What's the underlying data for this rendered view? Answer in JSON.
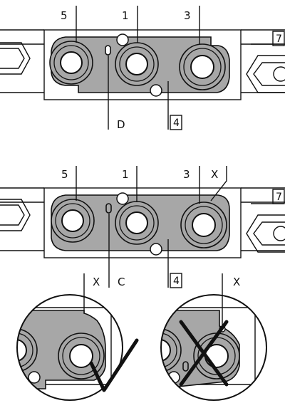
{
  "top": {
    "port_5": "5",
    "port_1": "1",
    "port_3": "3",
    "label_d": "D",
    "box_4": "4",
    "box_7": "7"
  },
  "middle": {
    "port_5": "5",
    "port_1": "1",
    "port_3": "3",
    "label_x": "X",
    "label_x_left": "X",
    "label_c": "C",
    "box_4": "4",
    "box_7": "7"
  },
  "bottom": {
    "label_x_right": "X",
    "correct_mark": "check-mark-icon",
    "wrong_mark": "cross-mark-icon"
  },
  "colors": {
    "plate": "#a7a7a7",
    "line": "#111111",
    "background": "#ffffff"
  }
}
